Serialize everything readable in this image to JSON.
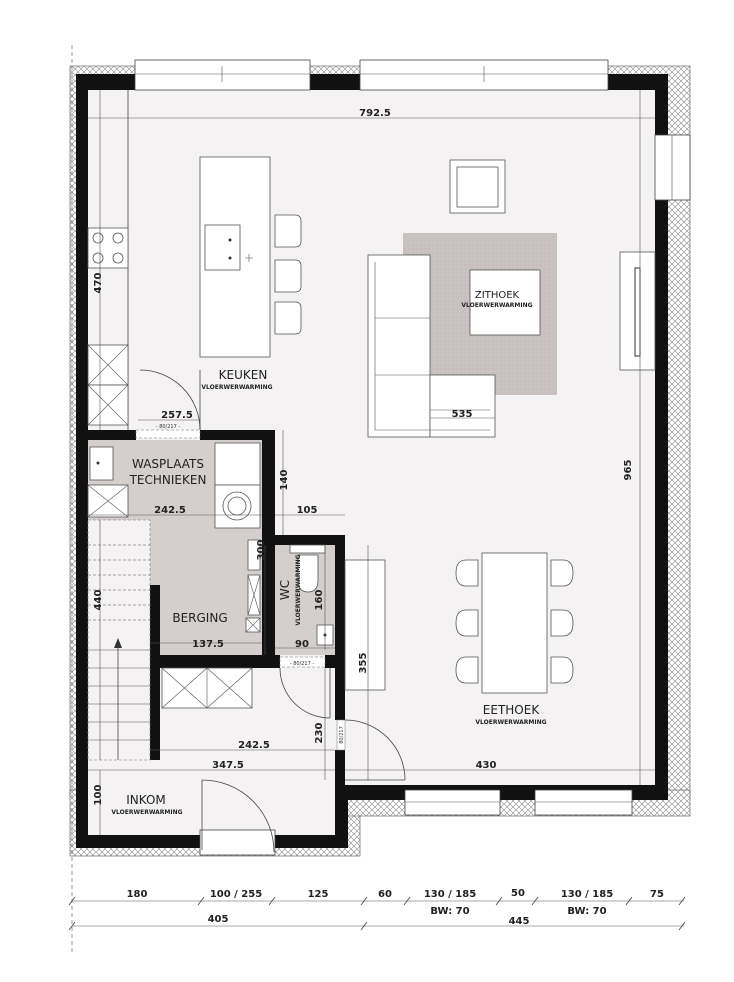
{
  "rooms": {
    "keuken": {
      "label": "KEUKEN",
      "sub": "VLOERWERWARMING"
    },
    "zithoek": {
      "label": "ZITHOEK",
      "sub": "VLOERWERWARMING"
    },
    "wasplaats": {
      "label1": "WASPLAATS",
      "label2": "TECHNIEKEN"
    },
    "berging": {
      "label": "BERGING"
    },
    "wc": {
      "label": "WC",
      "sub": "VLOERWERWARMING"
    },
    "eethoek": {
      "label": "EETHOEK",
      "sub": "VLOERWERWARMING"
    },
    "inkom": {
      "label": "INKOM",
      "sub": "VLOERWERWARMING"
    }
  },
  "dimensions": {
    "top_width": "792.5",
    "kitchen_wall": "470",
    "kitchen_opening": "257.5",
    "wasplaats_width": "242.5",
    "wasplaats_depth": "300",
    "wall_140": "140",
    "hall_105": "105",
    "stair_440": "440",
    "wc_depth": "160",
    "wc_width": "90",
    "berging_width": "137.5",
    "sofa_535": "535",
    "right_965": "965",
    "hall_355": "355",
    "inkom_230": "230",
    "inkom_width_1": "242.5",
    "inkom_width_2": "347.5",
    "inkom_100": "100",
    "eethoek_430": "430"
  },
  "door_labels": {
    "d1": "- 80/217 -",
    "d2": "- 80/217 -",
    "d3": "80/217"
  },
  "bottom_dims": {
    "row1": [
      "180",
      "100 / 255",
      "125",
      "60",
      "130 / 185",
      "50",
      "130 / 185",
      "75"
    ],
    "bw1": "BW: 70",
    "bw2": "BW: 70",
    "row2": [
      "405",
      "445"
    ]
  },
  "colors": {
    "wall": "#111111",
    "floor": "#f4f2f3",
    "utility": "#d4cfcd",
    "rug": "#c9c2c0"
  }
}
